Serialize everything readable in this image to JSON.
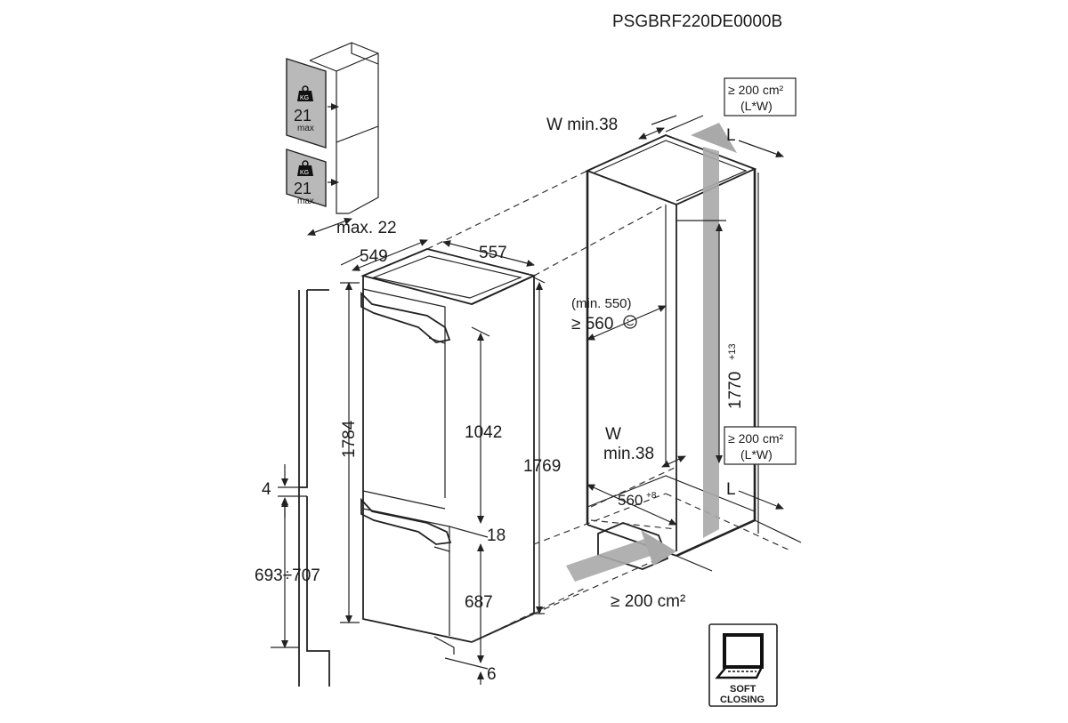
{
  "model_code": "PSGBRF220DE0000B",
  "door_panels": {
    "kg_icon": "KG",
    "top_weight": "21",
    "top_weight_unit": "max",
    "bottom_weight": "21",
    "bottom_weight_unit": "max",
    "door_offset_label": "max. 22"
  },
  "appliance": {
    "depth_label": "549",
    "width_label": "557",
    "total_height_label": "1784",
    "body_height_label": "1769",
    "upper_door_label": "1042",
    "gap_label": "18",
    "lower_door_label": "687",
    "bottom_gap_label": "6"
  },
  "decor_panel": {
    "top_gap_label": "4",
    "panel_height_label": "693÷707"
  },
  "niche": {
    "top_vent_area": "≥ 200 cm²",
    "top_vent_sub": "(L*W)",
    "top_w_label": "W min.38",
    "top_l_label": "L",
    "depth_min_label": "(min. 550)",
    "depth_rec_label": "≥ 560",
    "niche_height_label": "1770",
    "niche_height_tol": "+13",
    "bottom_w_label_1": "W",
    "bottom_w_label_2": "min.38",
    "bottom_vent_area": "≥ 200 cm²",
    "bottom_vent_sub": "(L*W)",
    "bottom_l_label": "L",
    "width_label": "560",
    "width_tol": "+8",
    "floor_vent_label": "≥ 200 cm²"
  },
  "soft_closing": {
    "line1": "SOFT",
    "line2": "CLOSING"
  },
  "icons": [
    "weight-kg-icon",
    "smiley-icon",
    "soft-closing-icon",
    "airflow-arrow-icon"
  ],
  "colors": {
    "line": "#222222",
    "panel_fill": "#b9b9b9",
    "airflow_arrow": "#a9a9a9"
  }
}
